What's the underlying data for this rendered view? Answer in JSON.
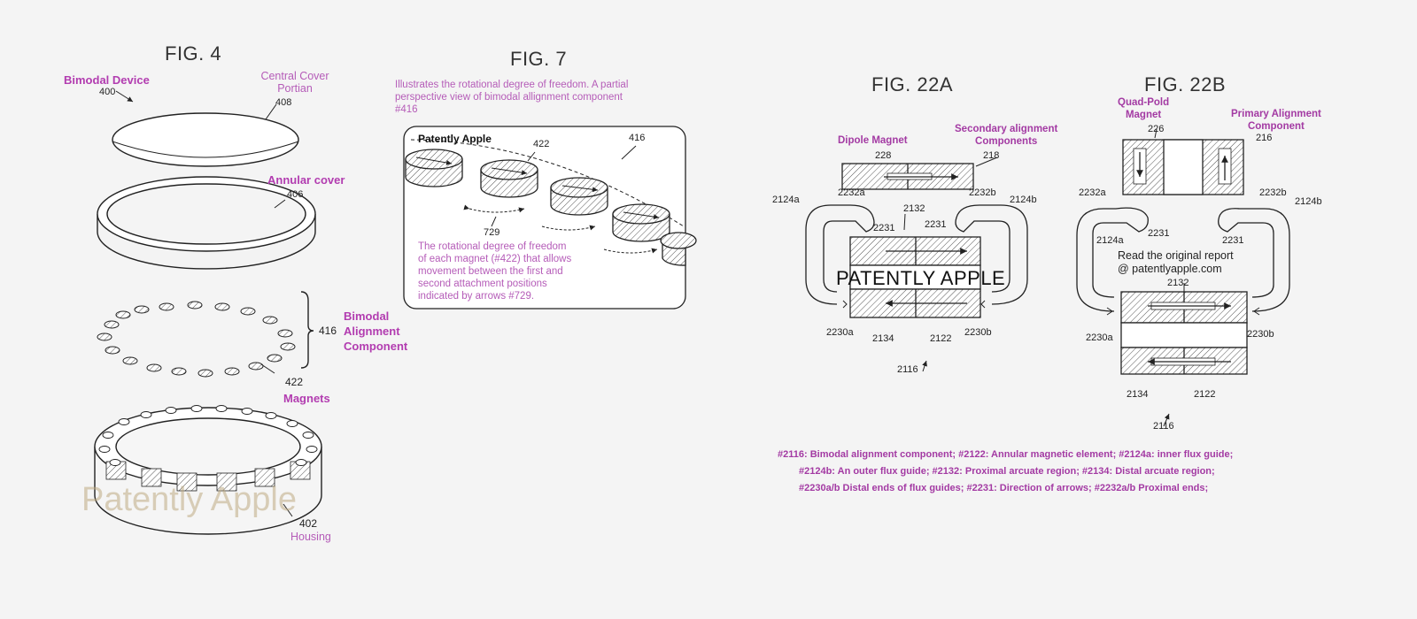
{
  "fig4": {
    "title": "FIG. 4",
    "bimodal_device": "Bimodal Device",
    "n400": "400",
    "central_cover": "Central Cover\nPortian",
    "n408": "408",
    "annular_cover": "Annular cover",
    "n406": "406",
    "n416": "416",
    "alignment_component": "Bimodal\nAlignment\nComponent",
    "n422": "422",
    "magnets": "Magnets",
    "watermark": "Patently Apple",
    "n402": "402",
    "housing": "Housing"
  },
  "fig7": {
    "title": "FIG. 7",
    "description": "Illustrates the rotational degree of freedom. A partial\nperspective view of bimodal allignment component\n#416",
    "watermark": "Patently Apple",
    "n422": "422",
    "n416": "416",
    "n729": "729",
    "note": "The rotational degree of freedom\nof each magnet (#422) that allows\nmovement between the first and\nsecond attachment positions\nindicated by arrows #729."
  },
  "fig22a": {
    "title": "FIG. 22A",
    "dipole_magnet": "Dipole Magnet",
    "n228": "228",
    "secondary": "Secondary alignment\nComponents",
    "n218": "218",
    "n2124a": "2124a",
    "n2232a": "2232a",
    "n2232b": "2232b",
    "n2124b": "2124b",
    "n2231l": "2231",
    "n2132": "2132",
    "n2231r": "2231",
    "watermark": "PATENTLY APPLE",
    "n2230a": "2230a",
    "n2134": "2134",
    "n2122": "2122",
    "n2230b": "2230b",
    "n2116": "2116"
  },
  "fig22b": {
    "title": "FIG. 22B",
    "quad_magnet": "Quad-Pold\nMagnet",
    "n226": "226",
    "primary": "Primary Alignment\nComponent",
    "n216": "216",
    "n2232a": "2232a",
    "n2232b": "2232b",
    "n2124b": "2124b",
    "n2231l": "2231",
    "n2124a": "2124a",
    "n2231r": "2231",
    "report": "Read the original report\n@ patentlyapple.com",
    "n2132": "2132",
    "n2230a": "2230a",
    "n2230b": "2230b",
    "n2134": "2134",
    "n2122": "2122",
    "n2116": "2116"
  },
  "caption": {
    "line1": "#2116: Bimodal alignment component; #2122: Annular magnetic element; #2124a: inner flux guide;",
    "line2": "#2124b: An outer flux guide; #2132: Proximal arcuate region; #2134: Distal arcuate region;",
    "line3": "#2230a/b Distal ends of flux guides; #2231: Direction of arrows; #2232a/b Proximal ends;"
  }
}
